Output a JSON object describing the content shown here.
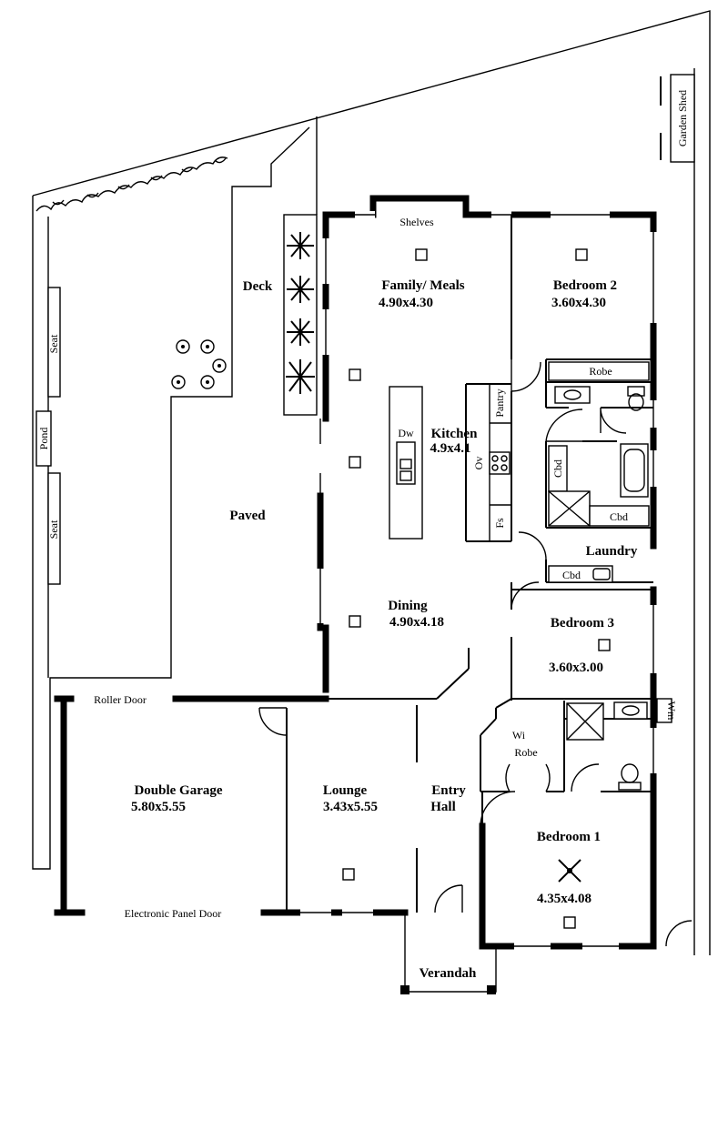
{
  "rooms": {
    "family_meals": {
      "name": "Family/ Meals",
      "dims": "4.90x4.30"
    },
    "bedroom2": {
      "name": "Bedroom 2",
      "dims": "3.60x4.30"
    },
    "kitchen": {
      "name": "Kitchen",
      "dims": "4.9x4.1"
    },
    "dining": {
      "name": "Dining",
      "dims": "4.90x4.18"
    },
    "bedroom3": {
      "name": "Bedroom 3",
      "dims": "3.60x3.00"
    },
    "double_garage": {
      "name": "Double Garage",
      "dims": "5.80x5.55"
    },
    "lounge": {
      "name": "Lounge",
      "dims": "3.43x5.55"
    },
    "entry_hall": {
      "line1": "Entry",
      "line2": "Hall"
    },
    "bedroom1": {
      "name": "Bedroom 1",
      "dims": "4.35x4.08"
    },
    "laundry": {
      "name": "Laundry"
    }
  },
  "labels": {
    "shelves": "Shelves",
    "deck": "Deck",
    "paved": "Paved",
    "robe": "Robe",
    "pantry": "Pantry",
    "dw": "Dw",
    "ov": "Ov",
    "fs": "Fs",
    "cbd": "Cbd",
    "wi": "Wi",
    "wi_robe": "Robe",
    "wm": "Wm",
    "roller_door": "Roller Door",
    "electronic_panel_door": "Electronic Panel Door",
    "verandah": "Verandah",
    "garden_shed": "Garden Shed",
    "seat": "Seat",
    "pond": "Pond"
  }
}
